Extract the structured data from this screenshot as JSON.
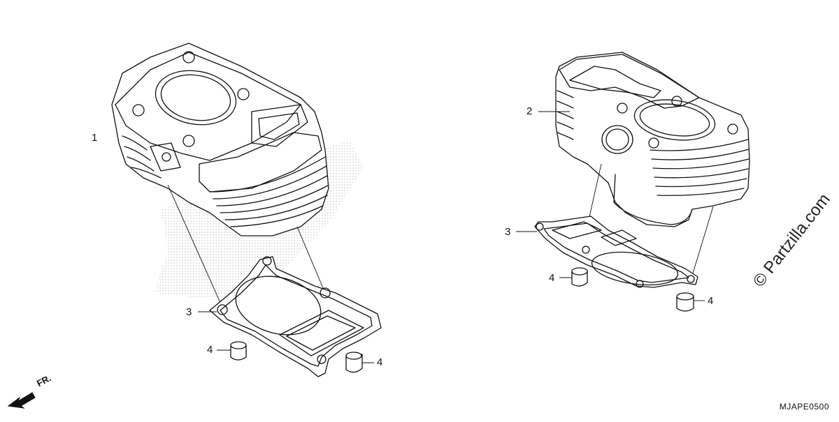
{
  "callouts": [
    {
      "id": "1-left",
      "text": "1"
    },
    {
      "id": "2-right",
      "text": "2"
    },
    {
      "id": "3-left",
      "text": "3"
    },
    {
      "id": "3-right",
      "text": "3"
    },
    {
      "id": "4-left-a",
      "text": "4"
    },
    {
      "id": "4-left-b",
      "text": "4"
    },
    {
      "id": "4-right-a",
      "text": "4"
    },
    {
      "id": "4-right-b",
      "text": "4"
    }
  ],
  "direction_label": "FR.",
  "diagram_code": "MJAPE0500",
  "watermark": "© Partzilla.com",
  "colors": {
    "line": "#111111",
    "background": "#ffffff",
    "shading": "#cccccc"
  }
}
